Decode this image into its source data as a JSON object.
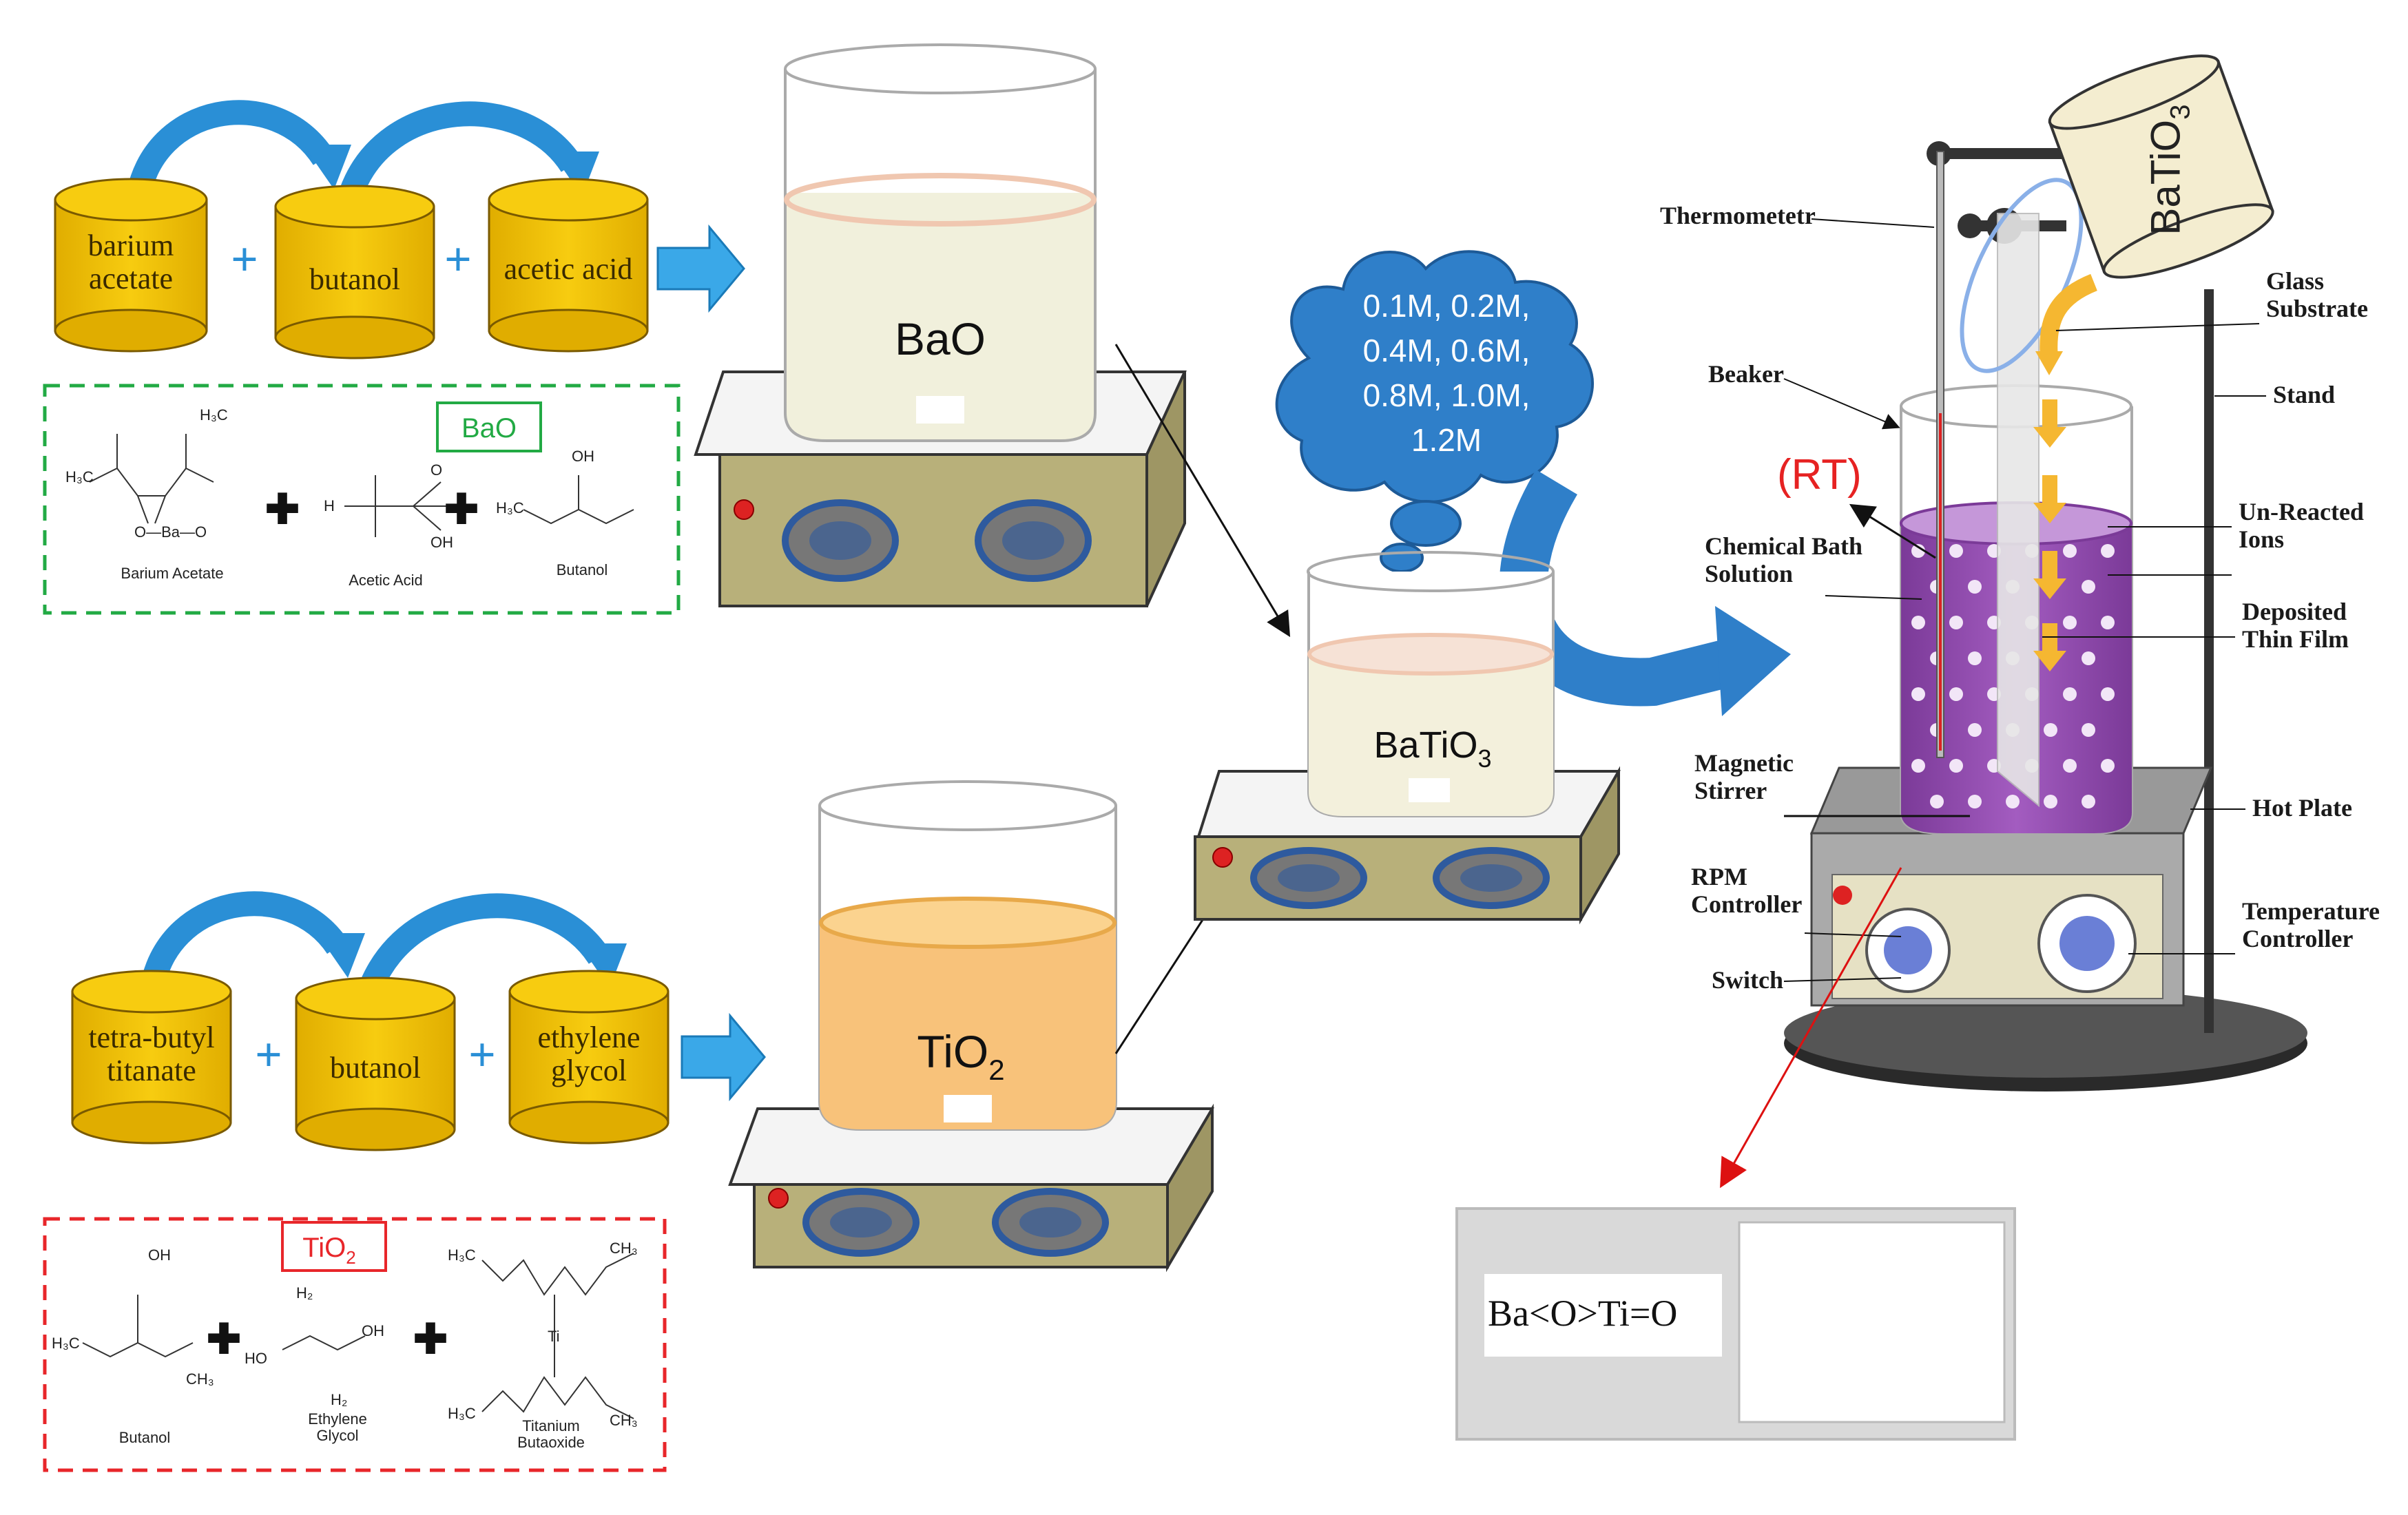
{
  "top_row": {
    "reagents": [
      "barium\nacetate",
      "butanol",
      "acetic acid"
    ],
    "beaker_label": "BaO",
    "box_title": "BaO",
    "box_color": "#22aa44",
    "structure_names": [
      "Barium Acetate",
      "Acetic Acid",
      "Butanol"
    ]
  },
  "bottom_row": {
    "reagents": [
      "tetra-butyl\ntitanate",
      "butanol",
      "ethylene\nglycol"
    ],
    "beaker_label": "TiO",
    "beaker_label_sub": "2",
    "box_title": "TiO",
    "box_title_sub": "2",
    "box_color": "#e8262a",
    "structure_names": [
      "Butanol",
      "Ethylene\nGlycol",
      "Titanium\nButaoxide"
    ]
  },
  "middle": {
    "beaker_label": "BaTiO",
    "beaker_label_sub": "3",
    "cloud_lines": [
      "0.1M, 0.2M,",
      "0.4M, 0.6M,",
      "0.8M, 1.0M,",
      "1.2M"
    ]
  },
  "apparatus": {
    "rt_label": "(RT)",
    "jar_label": "BaTiO",
    "jar_label_sub": "3",
    "labels": {
      "thermometer": "Thermometetr",
      "beaker": "Beaker",
      "chemical_bath": "Chemical Bath\nSolution",
      "magnetic_stirrer": "Magnetic\nStirrer",
      "rpm_controller": "RPM\nController",
      "switch": "Switch",
      "glass_substrate": "Glass\nSubstrate",
      "stand": "Stand",
      "unreacted_ions": "Un-Reacted\nIons",
      "deposited_thin_film": "Deposited\nThin Film",
      "hot_plate": "Hot Plate",
      "temperature_controller": "Temperature\nController"
    }
  },
  "film_formula": "Ba<O>Ti=O",
  "colors": {
    "cylinder": "#f2c200",
    "arrow": "#2a8fd6",
    "cloud": "#2f7fc9",
    "solution_purple": "#8e44ad",
    "hotplate_top": "#f4f4f4",
    "hotplate_body": "#b8b07a",
    "disk_blue": "#2e5a9e"
  }
}
